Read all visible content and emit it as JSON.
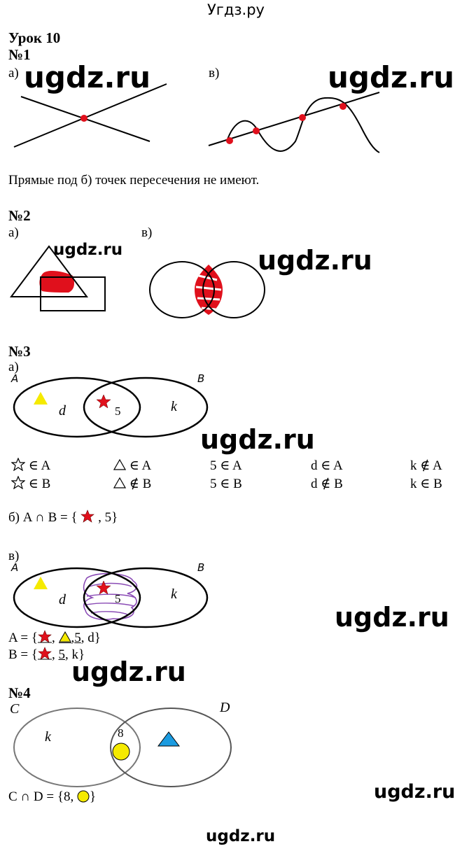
{
  "site_title": "Угдз.ру",
  "watermark": "ugdz.ru",
  "lesson_title": "Урок 10",
  "task1": {
    "number": "№1",
    "label_a": "а)",
    "label_v": "в)",
    "note": "Прямые под б) точек пересечения не имеют."
  },
  "task2": {
    "number": "№2",
    "label_a": "а)",
    "label_v": "в)"
  },
  "task3": {
    "number": "№3",
    "label_a": "а)",
    "label_b": "б) A ∩ B = {",
    "label_b_tail": ", 5}",
    "label_v": "в)",
    "set_a_label": "A",
    "set_b_label": "B",
    "elem_d": "d",
    "elem_5": "5",
    "elem_k": "k",
    "rows": [
      [
        "∈ A",
        "∈ A",
        "5 ∈ A",
        "d ∈ A",
        "k ∉ A"
      ],
      [
        "∈ B",
        "∉ B",
        "5 ∈ B",
        "d ∉ B",
        "k ∈ B"
      ]
    ],
    "set_a_listing": {
      "prefix": "A = {",
      "five": "5",
      "tail": ", d}"
    },
    "set_b_listing": {
      "prefix": "B = {",
      "five": "5",
      "tail": ", k}"
    }
  },
  "task4": {
    "number": "№4",
    "set_c_label": "C",
    "set_d_label": "D",
    "elem_k": "k",
    "elem_8": "8",
    "result_prefix": "C ∩ D = {8,",
    "result_tail": "}"
  },
  "colors": {
    "red": "#e0101c",
    "yellow": "#f5ea00",
    "blue": "#1b9be0",
    "purple": "#8a4bb5"
  }
}
